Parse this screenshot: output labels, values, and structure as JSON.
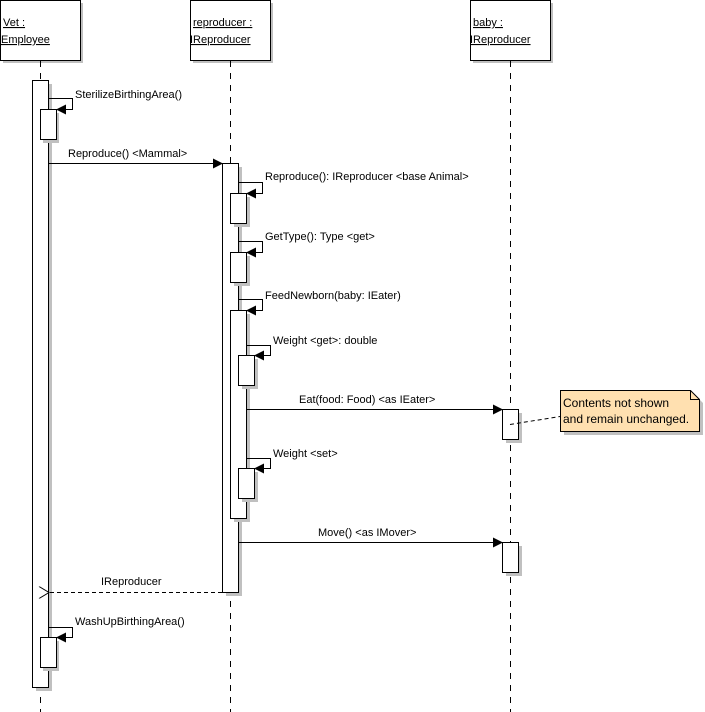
{
  "diagram": {
    "type": "uml-sequence",
    "lifelines": [
      {
        "id": "vet",
        "line1": "Vet :",
        "line2": "Employee"
      },
      {
        "id": "reproducer",
        "line1": "reproducer :",
        "line2": "IReproducer"
      },
      {
        "id": "baby",
        "line1": "baby :",
        "line2": "IReproducer"
      }
    ],
    "messages": [
      {
        "id": "m1",
        "label": "SterilizeBirthingArea()",
        "kind": "self",
        "from": "vet"
      },
      {
        "id": "m2",
        "label": "Reproduce() <Mammal>",
        "kind": "sync",
        "from": "vet",
        "to": "reproducer"
      },
      {
        "id": "m3",
        "label": "Reproduce(): IReproducer <base Animal>",
        "kind": "self",
        "from": "reproducer"
      },
      {
        "id": "m4",
        "label": "GetType(): Type <get>",
        "kind": "self",
        "from": "reproducer"
      },
      {
        "id": "m5",
        "label": "FeedNewborn(baby: IEater)",
        "kind": "self",
        "from": "reproducer"
      },
      {
        "id": "m6",
        "label": "Weight <get>: double",
        "kind": "self",
        "from": "reproducer"
      },
      {
        "id": "m7",
        "label": "Eat(food: Food) <as IEater>",
        "kind": "sync",
        "from": "reproducer",
        "to": "baby"
      },
      {
        "id": "m8",
        "label": "Weight <set>",
        "kind": "self",
        "from": "reproducer"
      },
      {
        "id": "m9",
        "label": "Move() <as IMover>",
        "kind": "sync",
        "from": "reproducer",
        "to": "baby"
      },
      {
        "id": "m10",
        "label": "IReproducer",
        "kind": "return",
        "from": "reproducer",
        "to": "vet"
      },
      {
        "id": "m11",
        "label": "WashUpBirthingArea()",
        "kind": "self",
        "from": "vet"
      }
    ],
    "note": {
      "line1": "Contents not shown",
      "line2": "and remain unchanged.",
      "fill": "#ffe0b0"
    },
    "colors": {
      "line": "#000000",
      "shadow": "#c0c0c0",
      "box_fill": "#ffffff",
      "note_fill": "#ffe0b0"
    }
  }
}
